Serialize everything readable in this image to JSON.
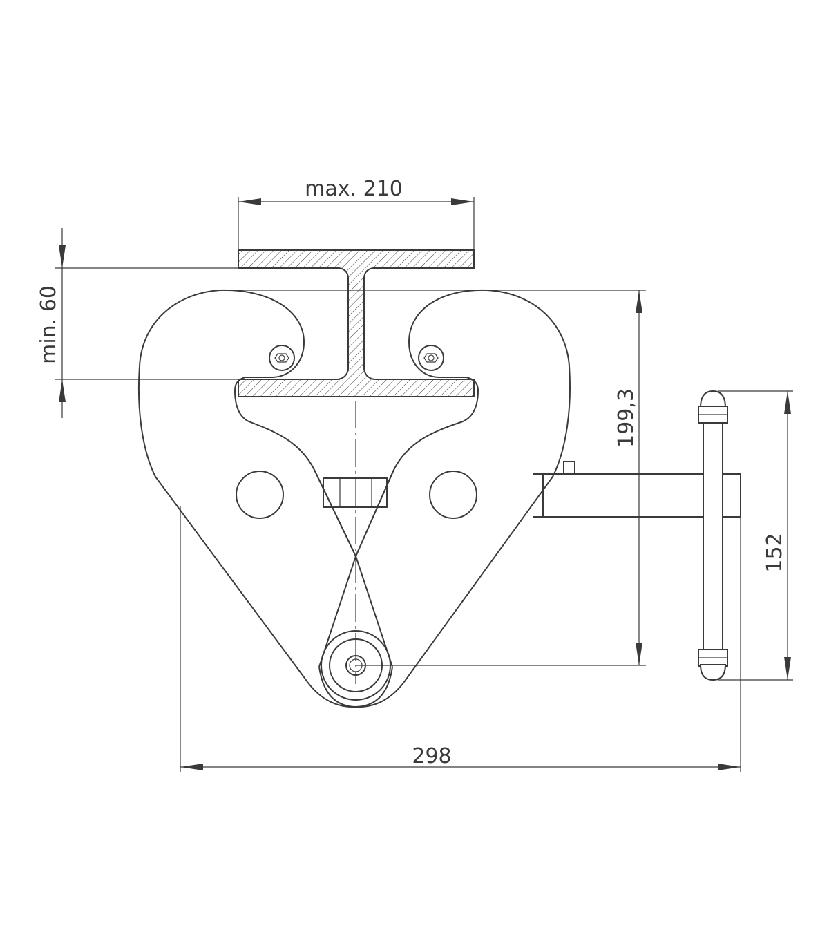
{
  "dimensions": {
    "flange_width": "max. 210",
    "flange_thickness": "min. 60",
    "height": "199,3",
    "spindle_length": "152",
    "overall_width": "298"
  }
}
